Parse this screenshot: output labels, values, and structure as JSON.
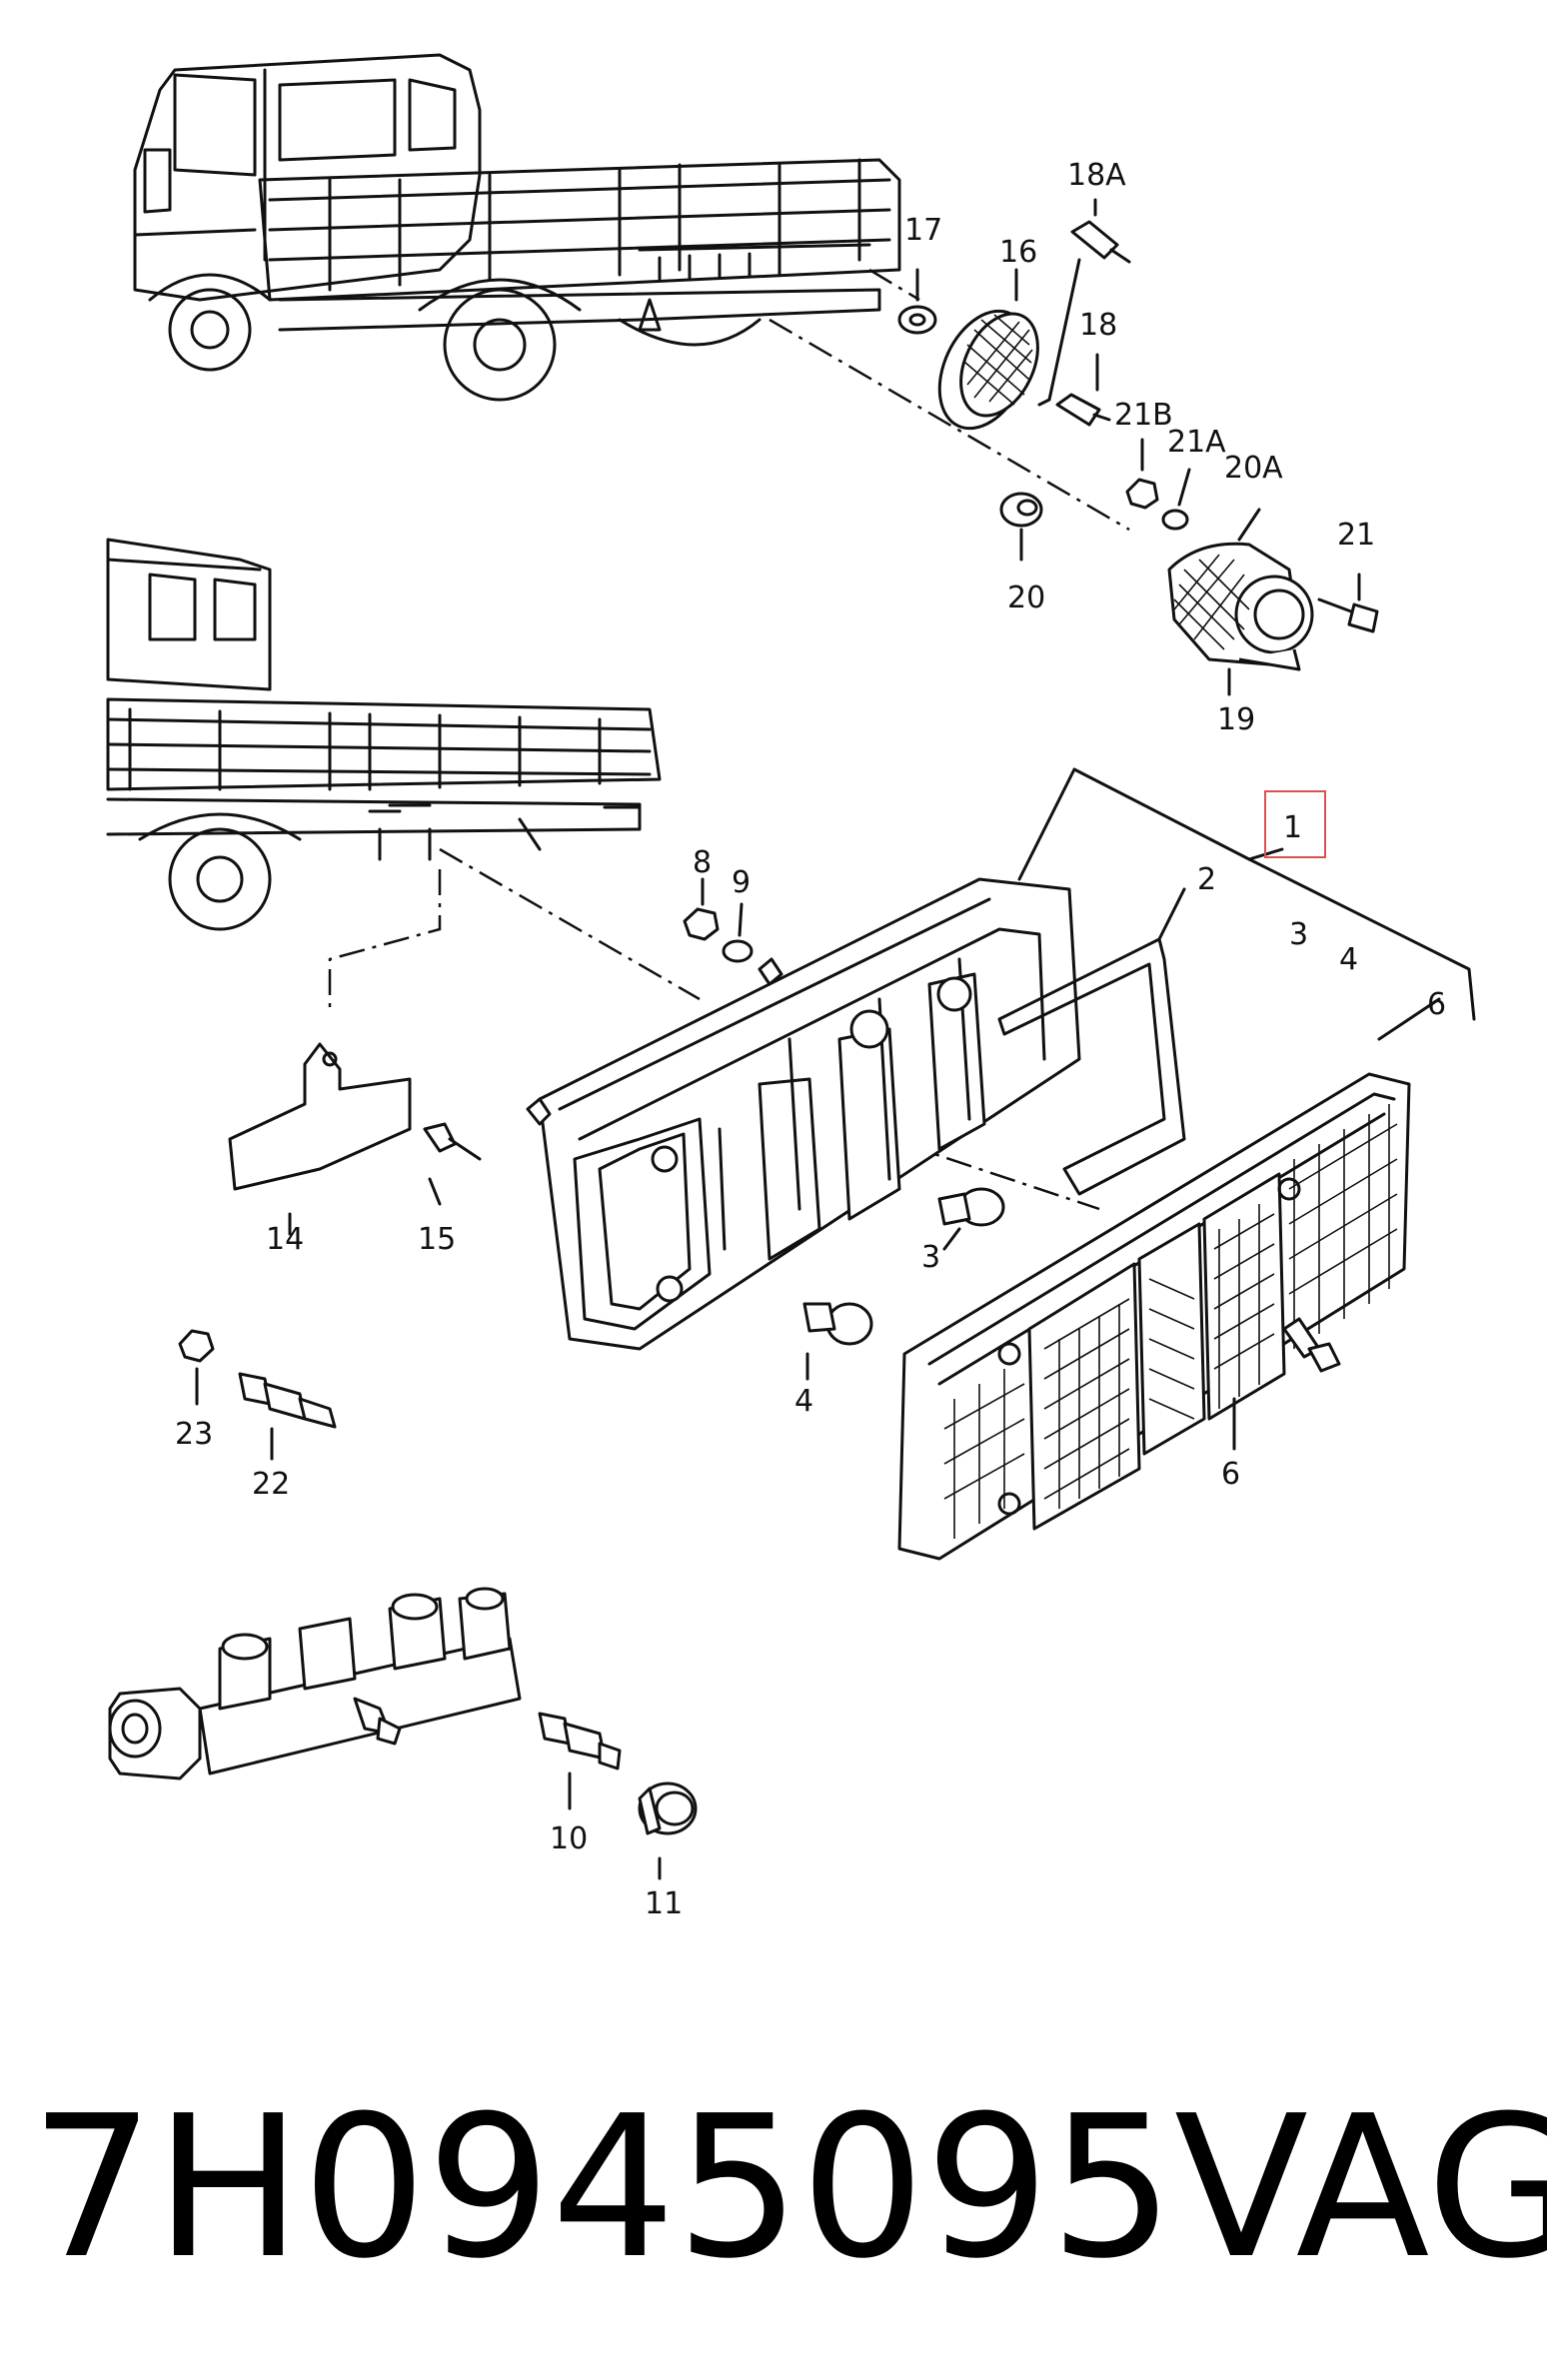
{
  "diagram": {
    "callouts": [
      "18A",
      "17",
      "16",
      "18",
      "21B",
      "21A",
      "20A",
      "21",
      "20",
      "19",
      "1",
      "2",
      "3",
      "4",
      "6",
      "8",
      "9",
      "14",
      "15",
      "3",
      "4",
      "6",
      "23",
      "22",
      "10",
      "11"
    ],
    "highlight_color": "#d9534f"
  },
  "caption": {
    "part_number": "7H0945095",
    "brand": "VAG"
  }
}
